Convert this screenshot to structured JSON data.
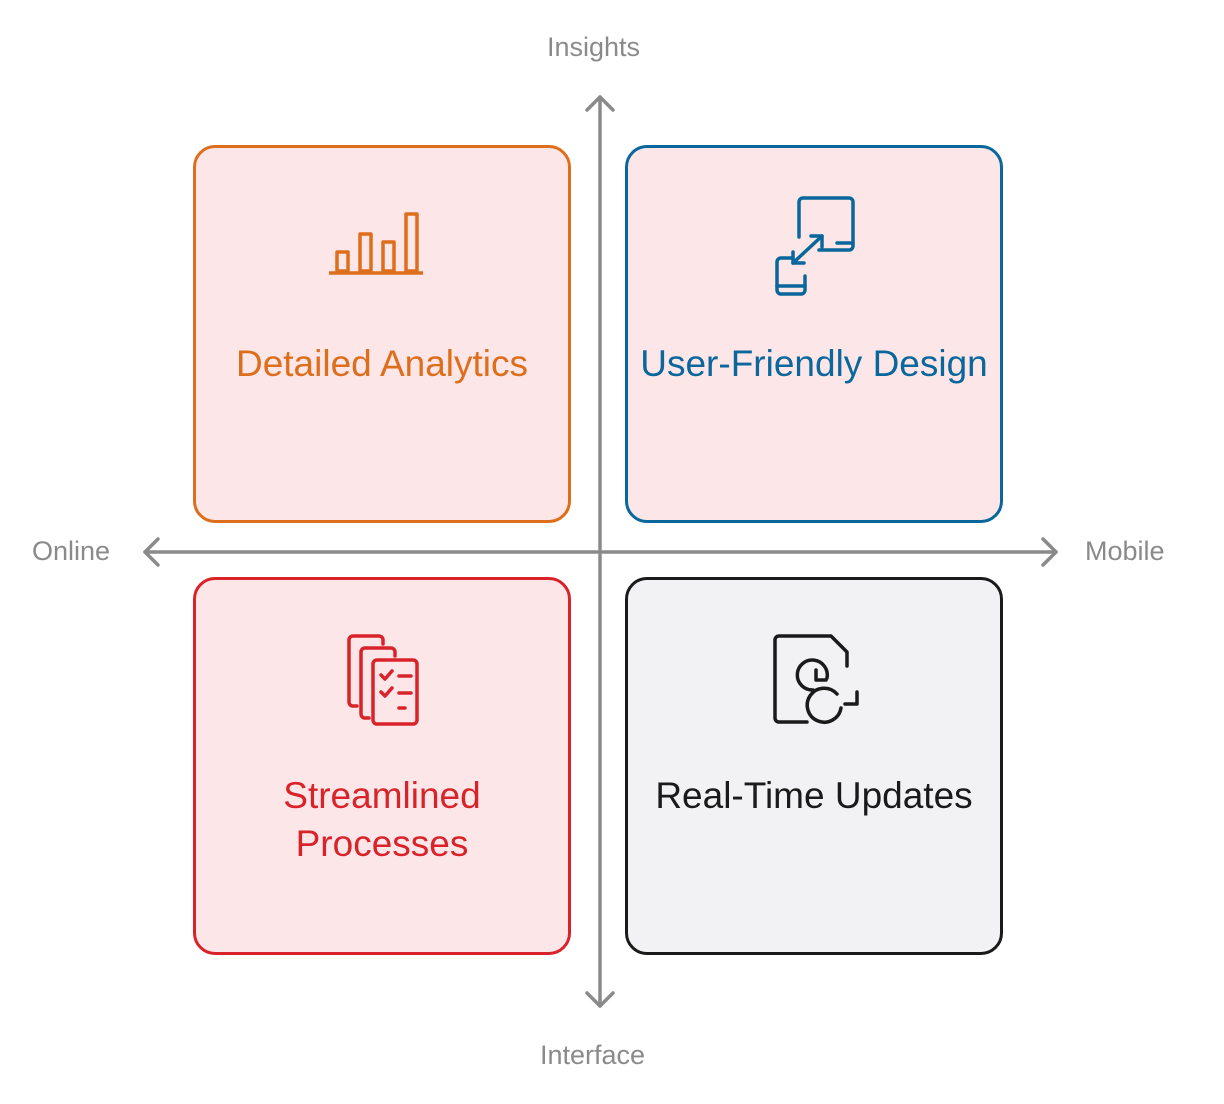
{
  "axes": {
    "top": "Insights",
    "bottom": "Interface",
    "left": "Online",
    "right": "Mobile"
  },
  "quadrants": [
    {
      "title": "Detailed Analytics",
      "icon": "bar-chart-icon",
      "color": "#DD6E1B",
      "fill": "#FCE6E8"
    },
    {
      "title": "User-Friendly Design",
      "icon": "responsive-resize-icon",
      "color": "#0A679B",
      "fill": "#FCE6E8"
    },
    {
      "title": "Streamlined Processes",
      "icon": "checklist-documents-icon",
      "color": "#D8232A",
      "fill": "#FCE6E8"
    },
    {
      "title": "Real-Time Updates",
      "icon": "document-clock-refresh-icon",
      "color": "#1A1A1A",
      "fill": "#F2F2F4"
    }
  ]
}
